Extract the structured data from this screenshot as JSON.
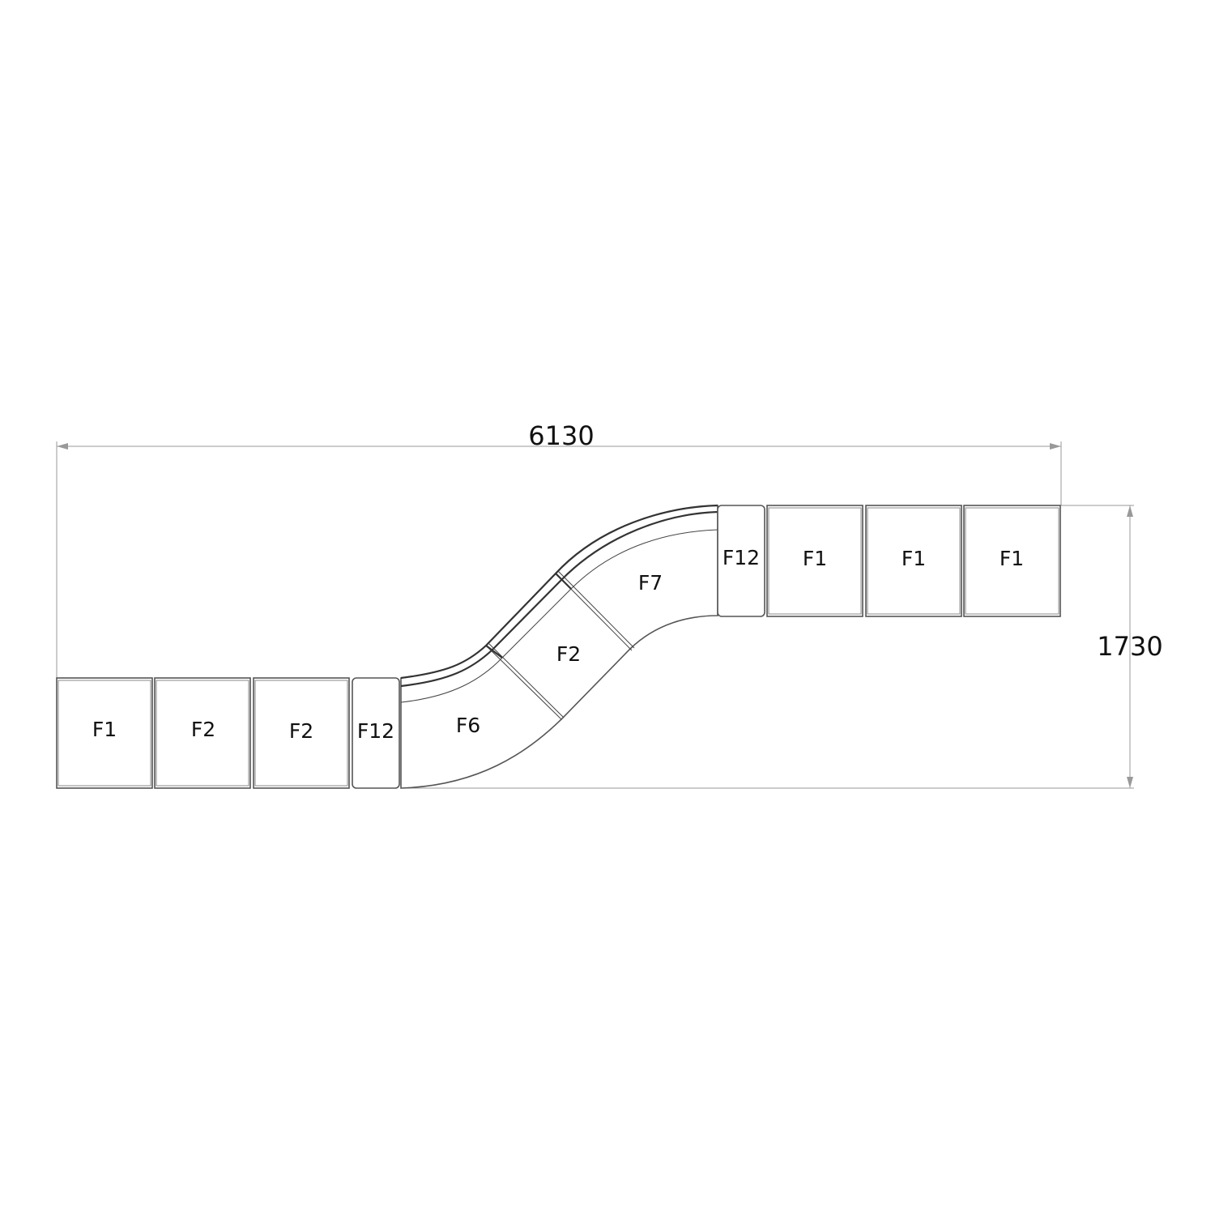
{
  "dimensions": {
    "width_label": "6130",
    "height_label": "1730"
  },
  "modules": {
    "left": [
      "F1",
      "F2",
      "F2",
      "F12"
    ],
    "curve": [
      "F6",
      "F2",
      "F7"
    ],
    "right": [
      "F12",
      "F1",
      "F1",
      "F1"
    ]
  }
}
